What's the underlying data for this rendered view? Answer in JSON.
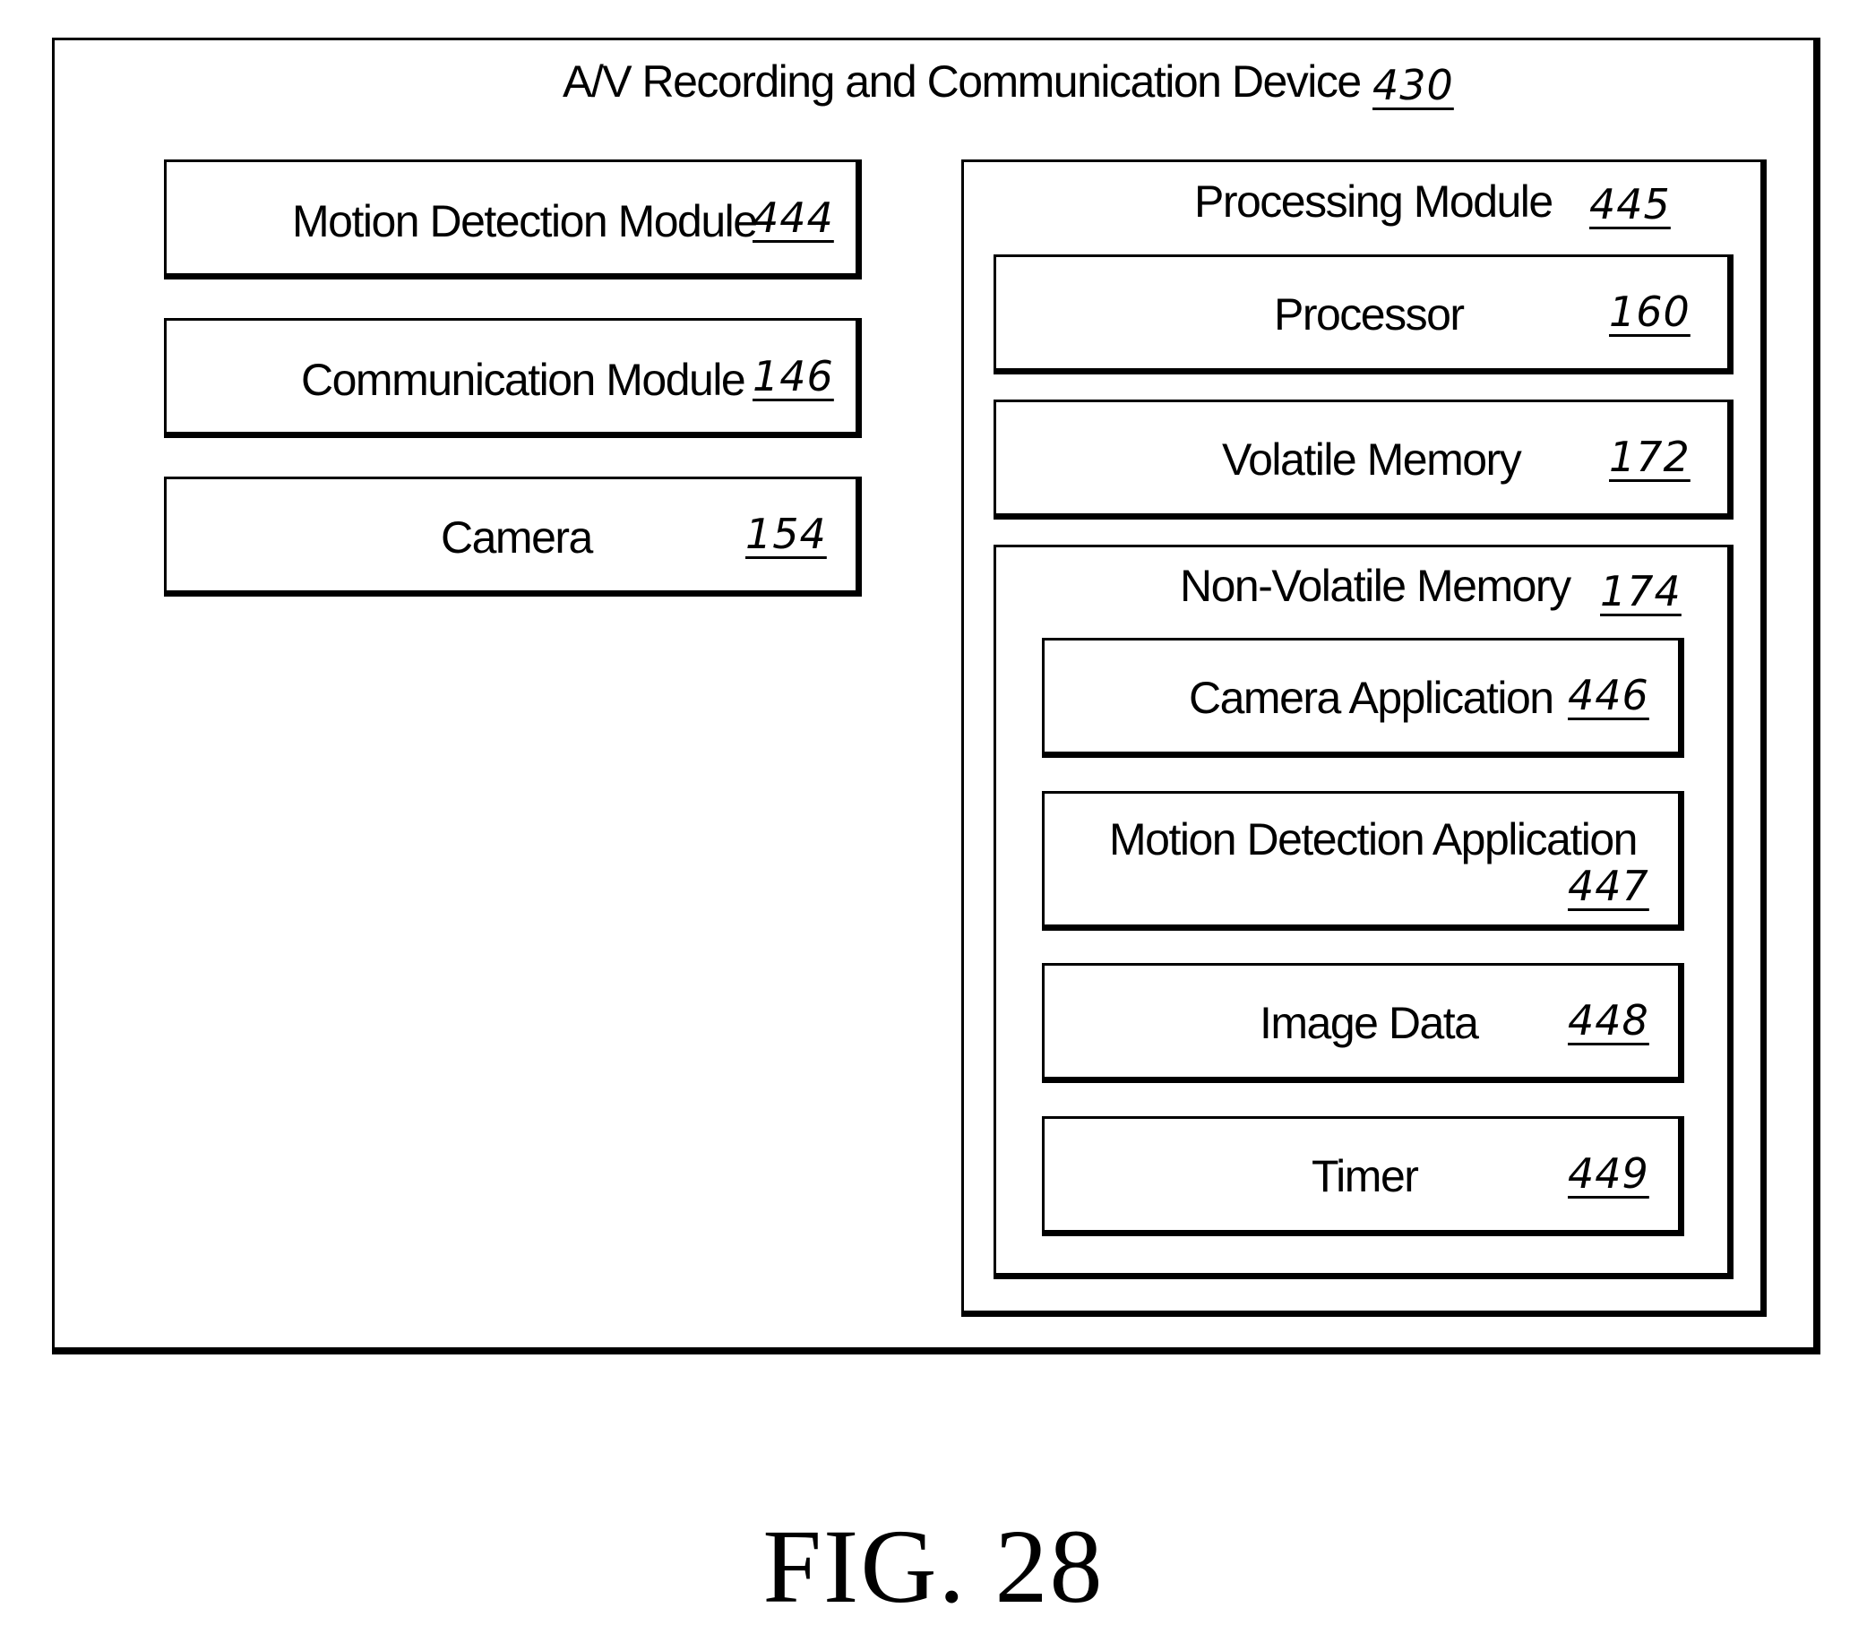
{
  "outer": {
    "label": "A/V Recording and Communication Device",
    "ref": "430"
  },
  "left_boxes": [
    {
      "label": "Motion Detection Module",
      "ref": "444"
    },
    {
      "label": "Communication Module",
      "ref": "146"
    },
    {
      "label": "Camera",
      "ref": "154"
    }
  ],
  "processing": {
    "label": "Processing Module",
    "ref": "445",
    "processor": {
      "label": "Processor",
      "ref": "160"
    },
    "volatile": {
      "label": "Volatile Memory",
      "ref": "172"
    },
    "nonvolatile": {
      "label": "Non-Volatile Memory",
      "ref": "174",
      "items": [
        {
          "label": "Camera Application",
          "ref": "446"
        },
        {
          "label": "Motion Detection Application",
          "ref": "447"
        },
        {
          "label": "Image Data",
          "ref": "448"
        },
        {
          "label": "Timer",
          "ref": "449"
        }
      ]
    }
  },
  "caption": "FIG. 28"
}
